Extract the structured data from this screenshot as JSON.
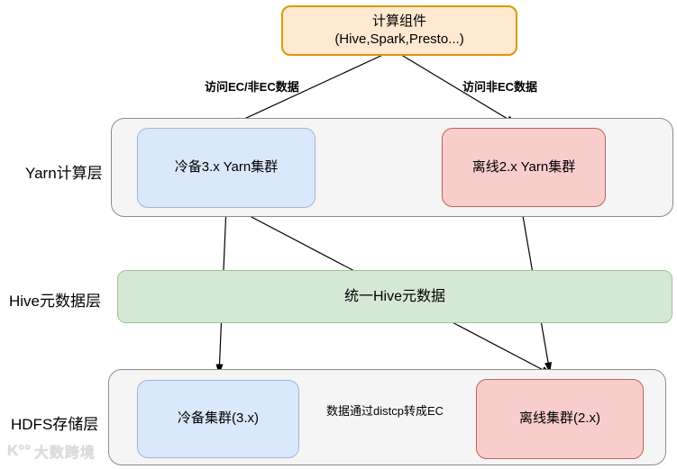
{
  "diagram": {
    "title_box": {
      "line1": "计算组件",
      "line2": "(Hive,Spark,Presto...)"
    },
    "edges": {
      "left_label": "访问EC/非EC数据",
      "right_label": "访问非EC数据",
      "distcp_label": "数据通过distcp转成EC"
    },
    "yarn_layer": {
      "label": "Yarn计算层",
      "cold_box": "冷备3.x Yarn集群",
      "offline_box": "离线2.x Yarn集群"
    },
    "hive_layer": {
      "label": "Hive元数据层",
      "bar": "统一Hive元数据"
    },
    "hdfs_layer": {
      "label": "HDFS存储层",
      "cold_box": "冷备集群(3.x)",
      "offline_box": "离线集群(2.x)"
    },
    "watermark": {
      "logo": "K°°",
      "text": "大数跨境"
    },
    "colors": {
      "orange_fill": "#FFE9D1",
      "orange_border": "#D79B00",
      "blue_fill": "#DAE8FC",
      "blue_border": "#9FB5DC",
      "red_fill": "#F8CECC",
      "red_border": "#C0605E",
      "green_fill": "#D5E8D4",
      "green_border": "#9CC39A",
      "container_fill": "#F5F5F5",
      "container_border": "#8C8C8C",
      "arrow": "#000000"
    }
  }
}
